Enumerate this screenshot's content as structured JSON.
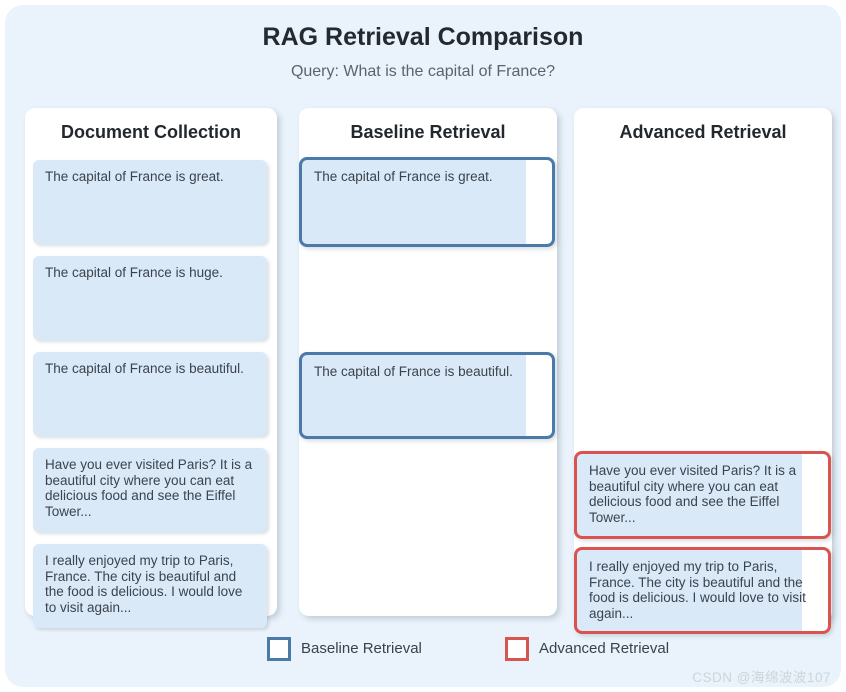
{
  "title": "RAG Retrieval Comparison",
  "query": "Query: What is the capital of France?",
  "columns": {
    "documents": {
      "header": "Document Collection",
      "cards": [
        "The capital of France is great.",
        "The capital of France is huge.",
        "The capital of France is beautiful.",
        "Have you ever visited Paris? It is a beautiful city where you can eat delicious food and see the Eiffel Tower...",
        "I really enjoyed my trip to Paris, France. The city is beautiful and the food is delicious. I would love to visit again..."
      ]
    },
    "baseline": {
      "header": "Baseline Retrieval",
      "cards": [
        "The capital of France is great.",
        "The capital of France is beautiful."
      ]
    },
    "advanced": {
      "header": "Advanced Retrieval",
      "cards": [
        "Have you ever visited Paris? It is a beautiful city where you can eat delicious food and see the Eiffel Tower...",
        "I really enjoyed my trip to Paris, France. The city is beautiful and the food is delicious. I would love to visit again..."
      ]
    }
  },
  "legend": {
    "baseline": "Baseline Retrieval",
    "advanced": "Advanced Retrieval"
  },
  "watermark": "CSDN @海绵波波107",
  "colors": {
    "board_bg": "#eaf3fb",
    "card_fill": "#d9e9f8",
    "baseline_border": "#4b79a8",
    "advanced_border": "#d9534f"
  }
}
